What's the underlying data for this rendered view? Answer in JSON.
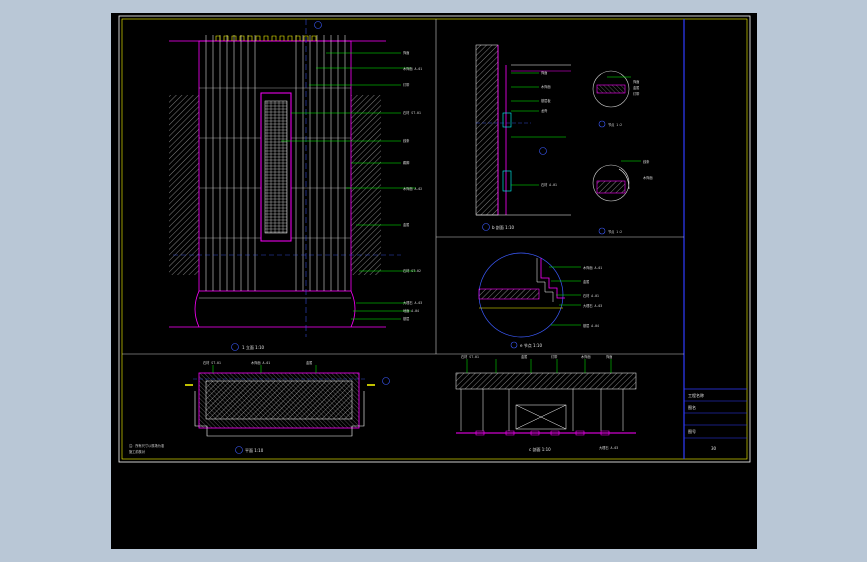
{
  "drawing": {
    "background": "#000000",
    "colors": {
      "frame": "#ffffff",
      "border": "#2f3cff",
      "leader": "#00ff00",
      "wall": "#ff00ff",
      "structure": "#ffffff",
      "hatch": "#ffffff",
      "dim": "#00ffff",
      "detail": "#ffff00"
    },
    "views": {
      "elevation_caption": "1 立面 1:10",
      "section_b_caption": "b 剖面 1:10",
      "section_c_caption": "c 剖面 1:10",
      "detail_e_caption": "e 节点 1:10",
      "plan_caption": "平面 1:10"
    },
    "title_block": {
      "project_label": "工程名称",
      "drawing_label": "图名",
      "number_label": "图号",
      "page": "30"
    }
  }
}
